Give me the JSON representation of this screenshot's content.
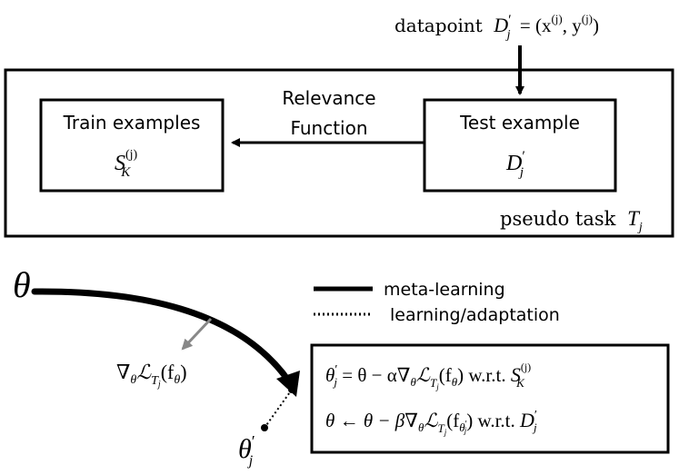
{
  "datapoint": {
    "label": "datapoint",
    "sym": "D",
    "sub": "j",
    "eq": "= (x",
    "sup1": "(j)",
    "sep": ", y",
    "sup2": "(j)",
    "close": ")"
  },
  "pseudo_task": {
    "label": "pseudo task",
    "sym": "T",
    "sub": "j"
  },
  "train_box": {
    "title": "Train examples",
    "sym": "S",
    "sup": "(j)",
    "sub": "K"
  },
  "test_box": {
    "title": "Test example",
    "sym": "D",
    "sub": "j"
  },
  "relevance": {
    "line1": "Relevance",
    "line2": "Function"
  },
  "theta_label": "θ",
  "theta_prime": {
    "sym": "θ",
    "sub": "j"
  },
  "gradient_label": {
    "nabla": "∇",
    "sub_theta": "θ",
    "L": "ℒ",
    "T": "T",
    "Tsub": "j",
    "arg": "(f",
    "argsub": "θ",
    "close": ")"
  },
  "legend": {
    "meta": "meta-learning",
    "adapt": "learning/adaptation"
  },
  "update_box": {
    "line1": {
      "lhs": "θ",
      "lhs_sub": "j",
      "eq": " = θ − α∇",
      "grad_sub": "θ",
      "L": "ℒ",
      "T": "T",
      "Tsub": "j",
      "arg": "(f",
      "argsub": "θ",
      "close": ")",
      "wrt": " w.r.t. ",
      "S": "S",
      "Ssup": "(j)",
      "Ssub": "K"
    },
    "line2": {
      "lhs": "θ ← θ − β∇",
      "grad_sub": "θ",
      "L": "ℒ",
      "T": "T",
      "Tsub": "j",
      "arg": "(f",
      "argsub": "θ",
      "argsub2": "j",
      "close": ")",
      "wrt": " w.r.t. ",
      "D": "D",
      "Dsub": "j"
    }
  }
}
